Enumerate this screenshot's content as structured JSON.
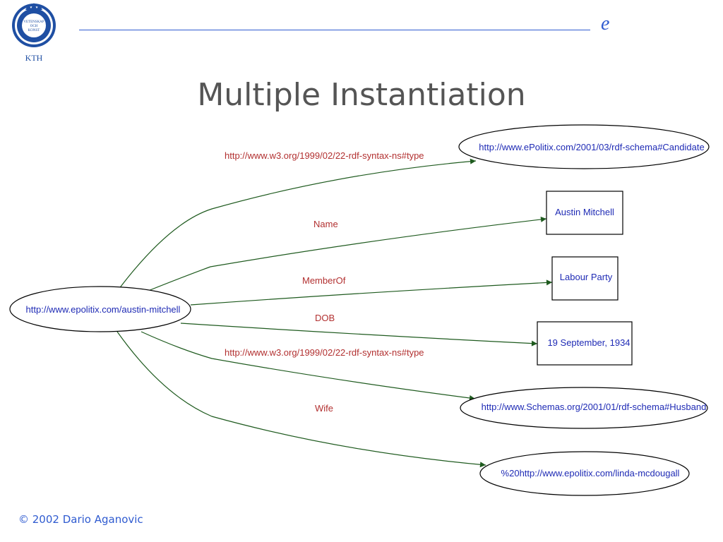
{
  "header": {
    "letter": "e"
  },
  "logo": {
    "text_lines": [
      "VETENSKAP",
      "OCH",
      "KONST"
    ],
    "caption": "KTH",
    "color": "#1f4fa3"
  },
  "title": "Multiple Instantiation",
  "nodes": {
    "subject": "http://www.epolitix.com/austin-mitchell",
    "candidate": "http://www.ePolitix.com/2001/03/rdf-schema#Candidate",
    "name_value": "Austin Mitchell",
    "party": "Labour Party",
    "dob_value": "19 September, 1934",
    "husband": "http://www.Schemas.org/2001/01/rdf-schema#Husband",
    "wife_value": "%20http://www.epolitix.com/linda-mcdougall"
  },
  "edges": {
    "type1": "http://www.w3.org/1999/02/22-rdf-syntax-ns#type",
    "name": "Name",
    "member_of": "MemberOf",
    "dob": "DOB",
    "type2": "http://www.w3.org/1999/02/22-rdf-syntax-ns#type",
    "wife": "Wife"
  },
  "colors": {
    "edge": "#1e5a1e",
    "node_text": "#1f2bb5",
    "edge_text": "#b23030"
  },
  "footer": "© 2002 Dario Aganovic"
}
